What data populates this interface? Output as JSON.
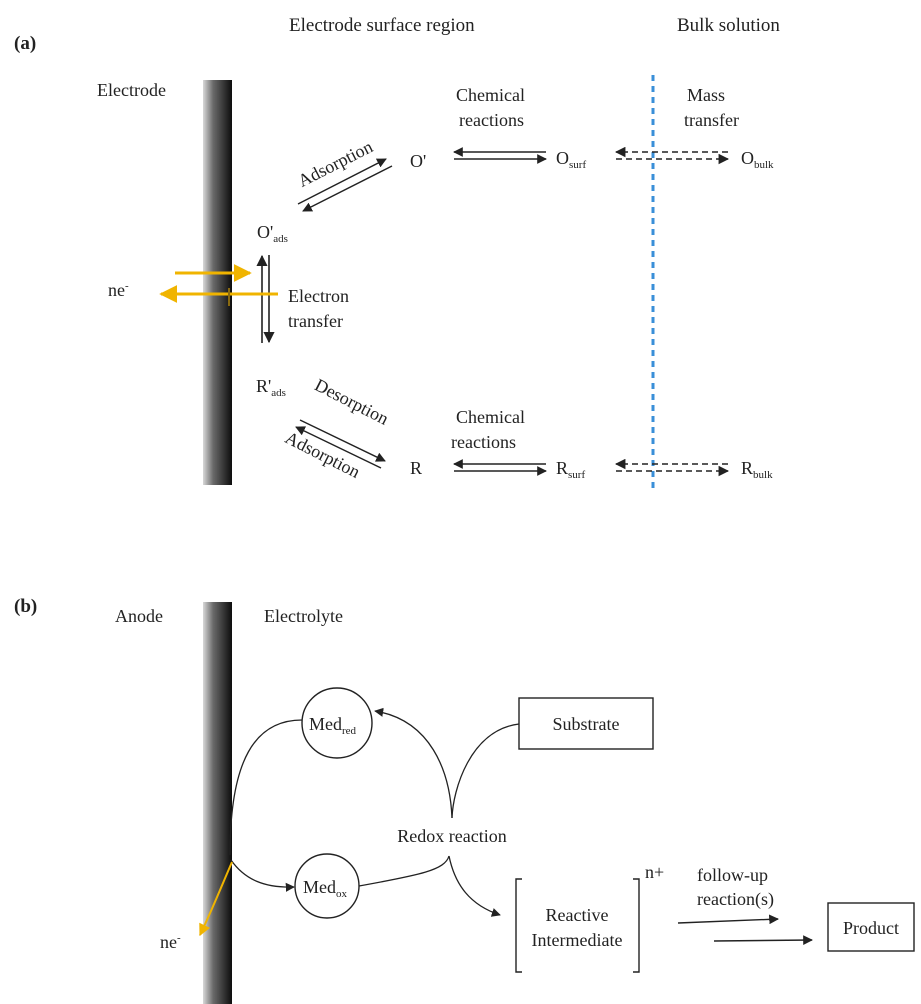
{
  "panel_a": {
    "label": "(a)",
    "header_surface": "Electrode surface region",
    "header_bulk": "Bulk solution",
    "electrode_label": "Electrode",
    "chem_top": [
      "Chemical",
      "reactions"
    ],
    "mass_transfer": [
      "Mass",
      "transfer"
    ],
    "adsorption_top": "Adsorption",
    "species_o_prime": "O'",
    "o_surf": {
      "base": "O",
      "sub": "surf"
    },
    "o_bulk": {
      "base": "O",
      "sub": "bulk"
    },
    "o_ads": {
      "base": "O'",
      "sub": "ads"
    },
    "ne": {
      "base": "ne",
      "sup": "-"
    },
    "electron_transfer": [
      "Electron",
      "transfer"
    ],
    "r_ads": {
      "base": "R'",
      "sub": "ads"
    },
    "desorption": "Desorption",
    "adsorption_bottom": "Adsorption",
    "species_r": "R",
    "chem_bottom": [
      "Chemical",
      "reactions"
    ],
    "r_surf": {
      "base": "R",
      "sub": "surf"
    },
    "r_bulk": {
      "base": "R",
      "sub": "bulk"
    }
  },
  "panel_b": {
    "label": "(b)",
    "anode": "Anode",
    "electrolyte": "Electrolyte",
    "med_red": {
      "base": "Med",
      "sub": "red"
    },
    "substrate": "Substrate",
    "redox": "Redox reaction",
    "ne": {
      "base": "ne",
      "sup": "-"
    },
    "med_ox": {
      "base": "Med",
      "sub": "ox"
    },
    "intermediate": [
      "Reactive",
      "Intermediate"
    ],
    "charge": "n+",
    "followup": [
      "follow-up",
      "reaction(s)"
    ],
    "product": "Product"
  },
  "colors": {
    "electron_arrow": "#f0b400",
    "dashed_boundary": "#3a8fd8",
    "text": "#222222"
  }
}
